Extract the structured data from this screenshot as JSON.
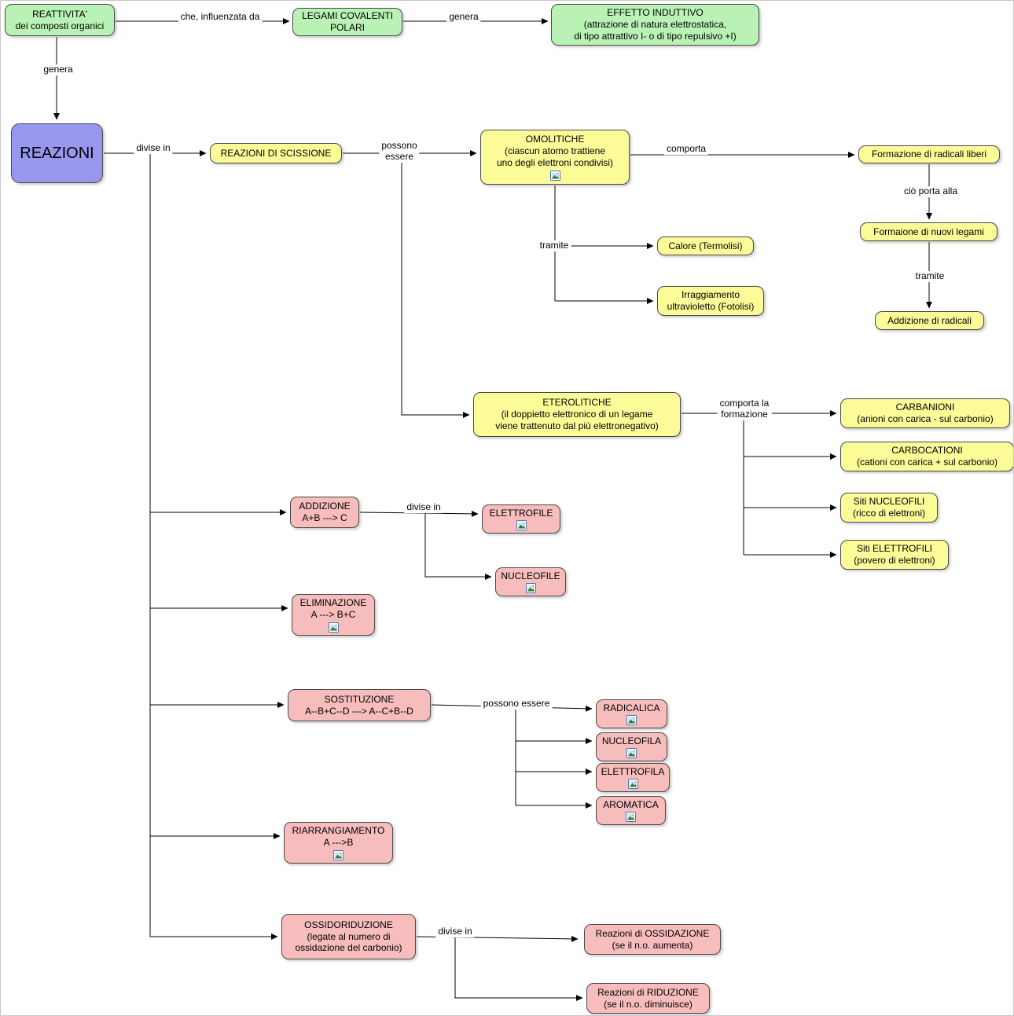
{
  "nodes": {
    "reattivita": {
      "label": "REATTIVITA'\ndei composti organici"
    },
    "legami": {
      "label": "LEGAMI COVALENTI\nPOLARI"
    },
    "effetto": {
      "label": "EFFETTO INDUTTIVO\n(attrazione di natura elettrostatica,\ndi tipo attrattivo I- o di tipo repulsivo +I)"
    },
    "reazioni": {
      "label": "REAZIONI"
    },
    "scissione": {
      "label": "REAZIONI DI SCISSIONE"
    },
    "omolitiche": {
      "label": "OMOLITICHE\n(ciascun atomo trattiene\nuno degli elettroni condivisi)"
    },
    "radicali_liberi": {
      "label": "Formazione di radicali liberi"
    },
    "nuovi_legami": {
      "label": "Formaione di nuovi legami"
    },
    "addizione_radicali": {
      "label": "Addizione di radicali"
    },
    "calore": {
      "label": "Calore (Termolisi)"
    },
    "irraggiamento": {
      "label": "Irraggiamento\nultravioletto (Fotolisi)"
    },
    "eterolitiche": {
      "label": "ETEROLITICHE\n(il doppietto elettronico di un legame\nviene trattenuto dal più elettronegativo)"
    },
    "carbanioni": {
      "label": "CARBANIONI\n(anioni con carica - sul carbonio)"
    },
    "carbocationi": {
      "label": "CARBOCATIONI\n(cationi con carica + sul carbonio)"
    },
    "siti_nucleofili": {
      "label": "Siti NUCLEOFILI\n(ricco di elettroni)"
    },
    "siti_elettrofili": {
      "label": "Siti ELETTROFILI\n(povero di elettroni)"
    },
    "addizione": {
      "label": "ADDIZIONE\nA+B ---> C"
    },
    "elettrofile": {
      "label": "ELETTROFILE"
    },
    "nucleofile": {
      "label": "NUCLEOFILE"
    },
    "eliminazione": {
      "label": "ELIMINAZIONE\nA ---> B+C"
    },
    "sostituzione": {
      "label": "SOSTITUZIONE\nA--B+C--D ---> A--C+B--D"
    },
    "radicalica": {
      "label": "RADICALICA"
    },
    "nucleofila": {
      "label": "NUCLEOFILA"
    },
    "elettrofila": {
      "label": "ELETTROFILA"
    },
    "aromatica": {
      "label": "AROMATICA"
    },
    "riarrangiamento": {
      "label": "RIARRANGIAMENTO\nA --->B"
    },
    "ossidoriduzione": {
      "label": "OSSIDORIDUZIONE\n(legate al numero di\nossidazione del carbonio)"
    },
    "ossidazione": {
      "label": "Reazioni di OSSIDAZIONE\n(se il n.o. aumenta)"
    },
    "riduzione": {
      "label": "Reazioni di RIDUZIONE\n(se il n.o. diminuisce)"
    }
  },
  "edges": {
    "influenzata": "che, influenzata da",
    "genera_top": "genera",
    "genera_left": "genera",
    "divise_in_scissione": "divise in",
    "possono_essere_1": "possono\nessere",
    "comporta": "comporta",
    "cio_porta_alla": "ciò porta alla",
    "tramite_destra": "tramite",
    "tramite_sinistra": "tramite",
    "comporta_formazione": "comporta la\nformazione",
    "divise_in_addizione": "divise in",
    "possono_essere_2": "possono essere",
    "divise_in_ossido": "divise in"
  },
  "colors": {
    "green_node": "#b9f2b4",
    "blue_node": "#9797ee",
    "yellow_node": "#fbfb98",
    "pink_node": "#f7bdbd",
    "line": "#000000"
  }
}
